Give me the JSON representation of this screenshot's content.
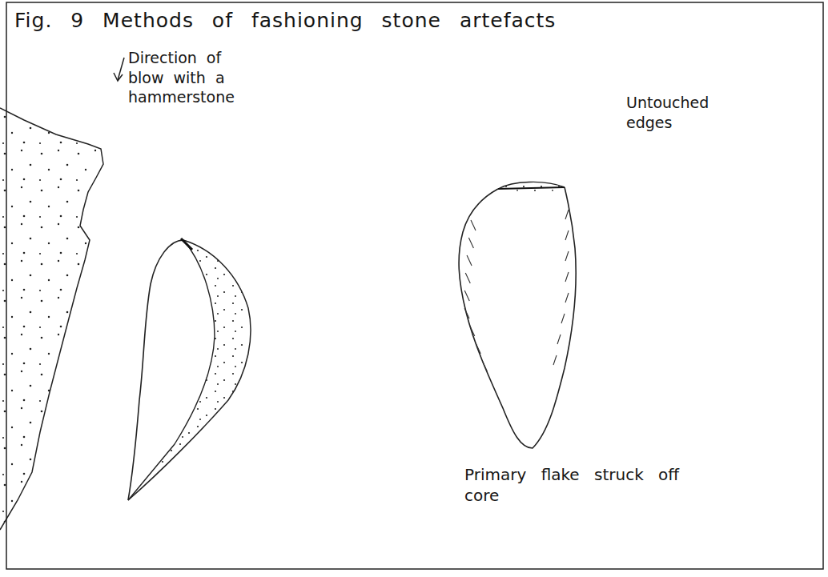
{
  "diagram": {
    "title": "Fig. 9 Methods of fashioning stone artefacts",
    "labels": [
      "Direction of blow with a hammerstone",
      "Untouched edges",
      "Primary flake struck off core"
    ]
  }
}
